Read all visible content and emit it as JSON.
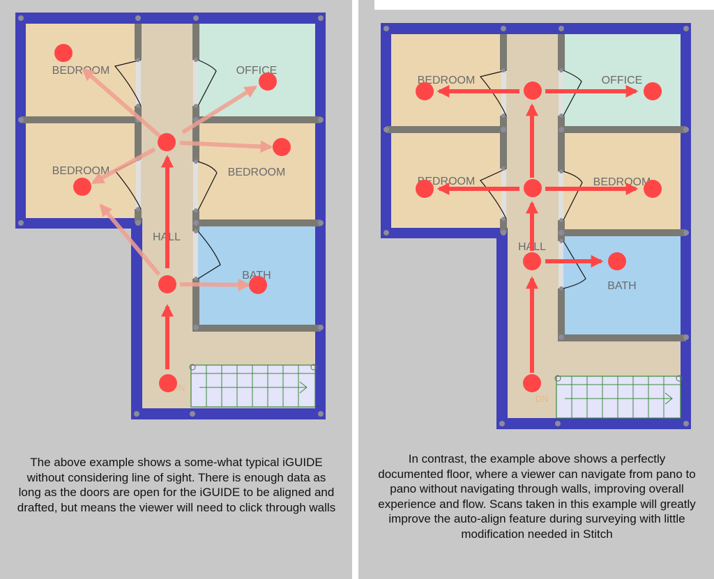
{
  "colors": {
    "panel_bg": "#c8c8c8",
    "outer_wall": "#4040b8",
    "interior_wall": "#7a7a72",
    "bedroom_fill": "#ecd6b0",
    "office_fill": "#cde8dc",
    "bath_fill": "#a9d2ef",
    "hall_fill": "#dccfb6",
    "stairs_fill": "#e4e4fa",
    "stairs_stroke": "#3a8a3a",
    "pano_marker": "#ff4646",
    "arrow_faded": "#f0a090"
  },
  "left_example": {
    "rooms": {
      "bedroom_top": "BEDROOM",
      "office": "OFFICE",
      "bedroom_left": "BEDROOM",
      "bedroom_right": "BEDROOM",
      "hall": "HALL",
      "bath": "BATH",
      "stairs_down": "DN"
    },
    "caption": "The above example shows a some-what typical iGUIDE without considering line of sight. There is enough data as long as the doors are open for the iGUIDE to be aligned and drafted, but means the viewer will need to click through walls"
  },
  "right_example": {
    "rooms": {
      "bedroom_top": "BEDROOM",
      "office": "OFFICE",
      "bedroom_left": "BEDROOM",
      "bedroom_right": "BEDROOM",
      "hall": "HALL",
      "bath": "BATH",
      "stairs_down": "DN"
    },
    "caption": "In contrast, the example above shows a perfectly documented floor, where a viewer can navigate from pano to pano without navigating through walls, improving overall experience and flow. Scans taken in this example will greatly improve the auto-align feature during surveying with little modification needed in Stitch"
  }
}
